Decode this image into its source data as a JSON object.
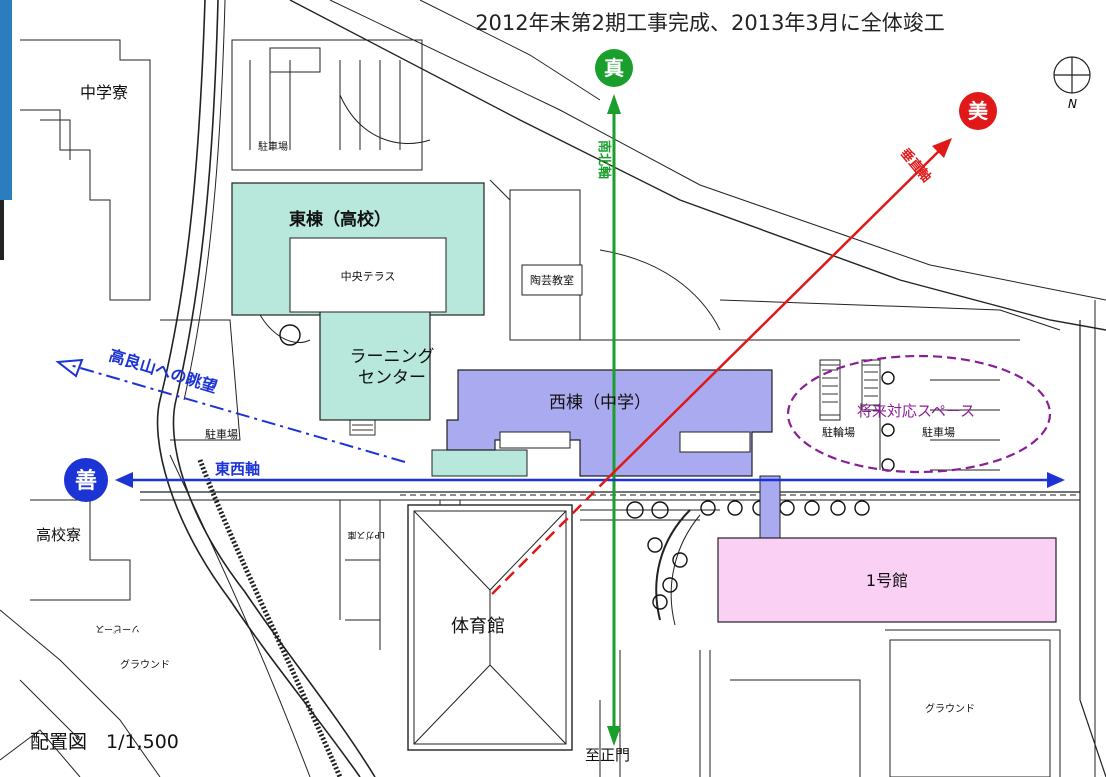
{
  "title": "2012年末第2期工事完成、2013年3月に全体竣工",
  "scale_label": "配置図　1/1,500",
  "compass_letter": "N",
  "axes": {
    "true_north": {
      "symbol": "真",
      "label": "南北軸",
      "color": "#1a9e2c"
    },
    "beauty": {
      "symbol": "美",
      "label": "垂直軸",
      "color": "#e01818"
    },
    "goodness": {
      "symbol": "善",
      "label": "東西軸",
      "color": "#1c34d6"
    }
  },
  "view_label": "高良山への眺望",
  "buildings": {
    "east": "東棟（高校）",
    "central_terrace": "中央テラス",
    "learning_line1": "ラーニング",
    "learning_line2": "センター",
    "west": "西棟（中学）",
    "gym": "体育館",
    "hall1": "1号館",
    "pottery": "陶芸教室",
    "future_space": "将来対応スペース"
  },
  "places": {
    "jr_dorm": "中学寮",
    "hs_dorm": "高校寮",
    "parking_north": "駐車場",
    "parking_west": "駐車場",
    "bicycle": "駐輪場",
    "parking_east": "駐車場",
    "ground_left": "グラウンド",
    "ground_right": "グラウンド",
    "main_gate": "至正門",
    "lp_gas": "LPガス庫",
    "small_label": "ソーピース"
  },
  "colors": {
    "east_building": "#b8e8dc",
    "west_building": "#aaaaf0",
    "hall1": "#fad0f5",
    "accent_left": "#2a7dbf",
    "future_outline": "#8a1e96"
  }
}
